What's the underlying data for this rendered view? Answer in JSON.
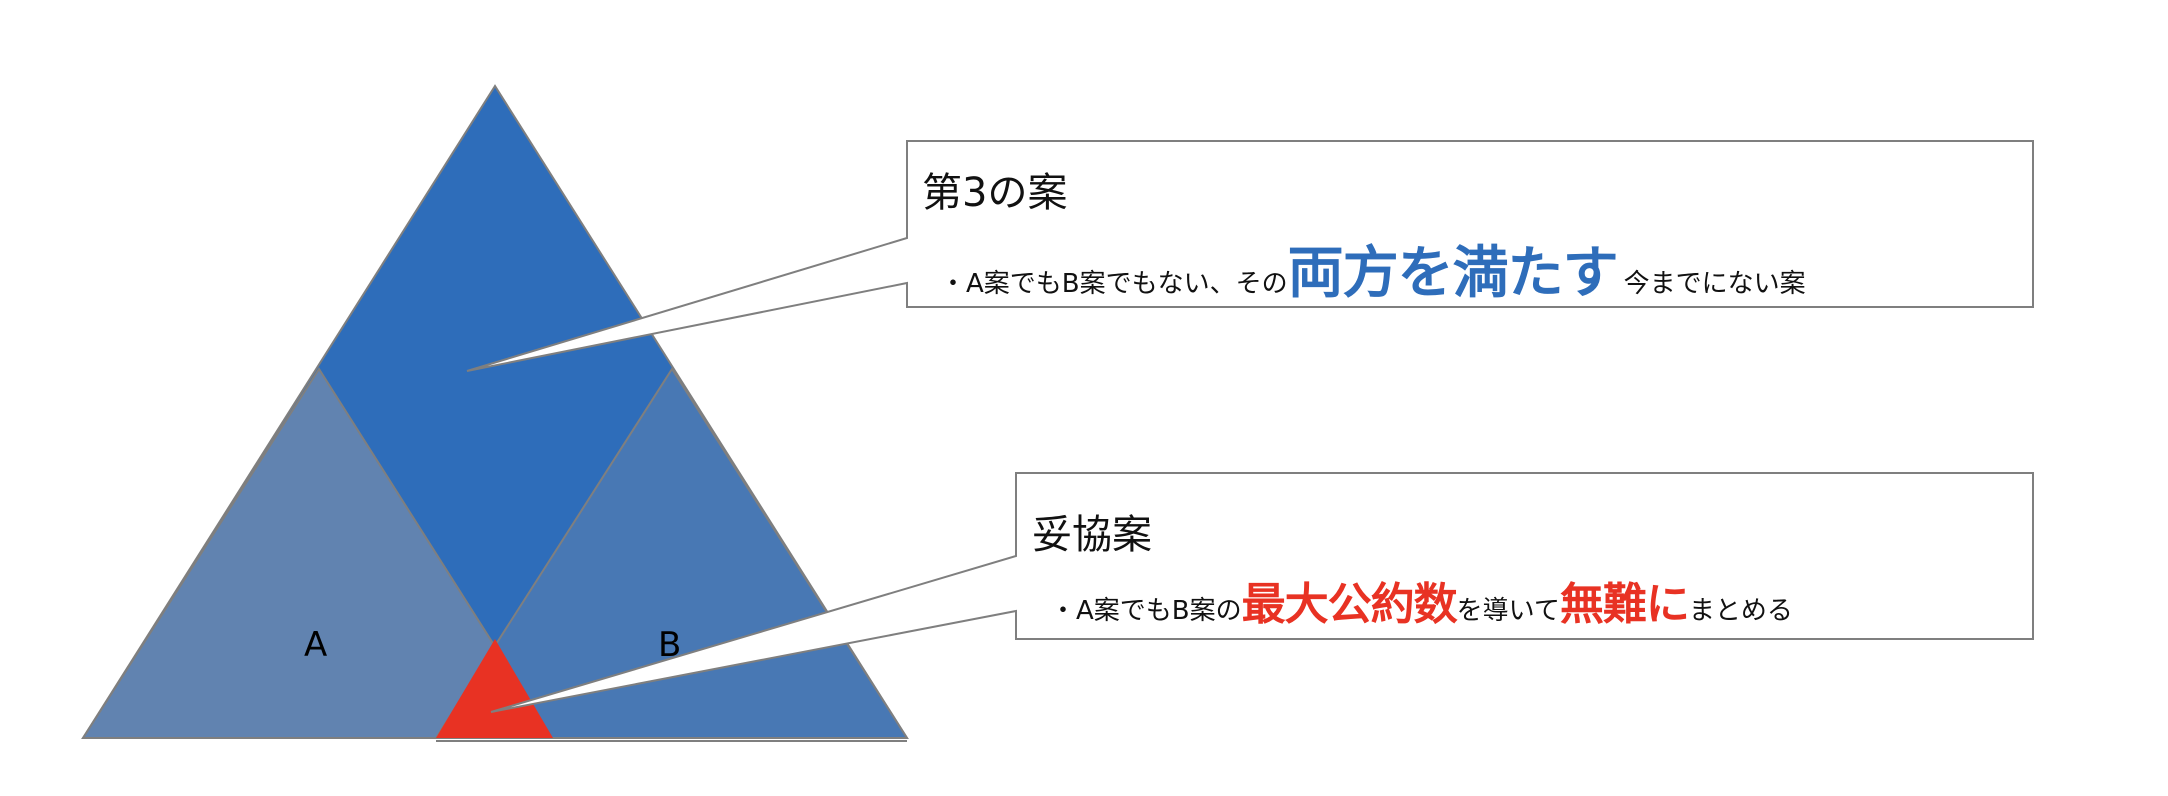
{
  "diagram": {
    "labels": {
      "a": "A",
      "b": "B"
    },
    "colors": {
      "top": "#2E6DBA",
      "a": "#6183B0",
      "b": "#4878B4",
      "overlap": "#E83223",
      "border": "#7F7F7F"
    },
    "callout_third": {
      "title": "第3の案",
      "text_before": "・A案でもB案でもない、その",
      "highlight": "両方を満たす",
      "text_after": "今までにない案",
      "highlight_color": "#2E6DBA"
    },
    "callout_compromise": {
      "title": "妥協案",
      "text_before": "・A案でもB案の",
      "highlight1": "最大公約数",
      "text_middle": "を導いて",
      "highlight2": "無難に",
      "text_after": "まとめる",
      "highlight_color": "#E83223"
    }
  }
}
